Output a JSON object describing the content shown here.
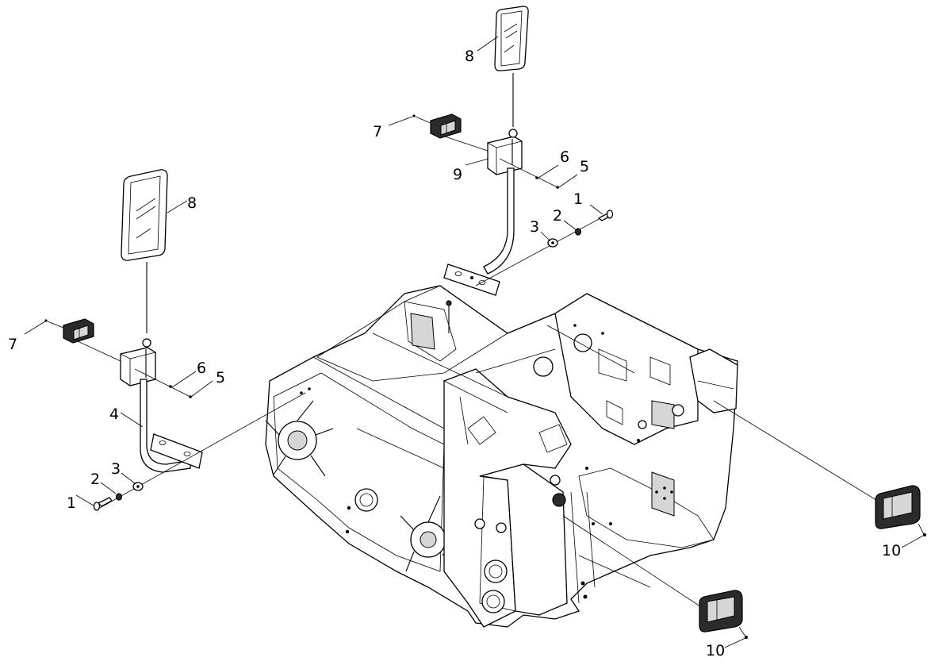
{
  "diagram": {
    "callouts": {
      "c8_top": "8",
      "c7_top": "7",
      "c9": "9",
      "c6_top": "6",
      "c5_top": "5",
      "c1_top": "1",
      "c2_top": "2",
      "c3_top": "3",
      "c8_left": "8",
      "c7_left": "7",
      "c6_left": "6",
      "c5_left": "5",
      "c4": "4",
      "c3_left": "3",
      "c2_left": "2",
      "c1_left": "1",
      "c10_right": "10",
      "c10_mid": "10"
    }
  }
}
